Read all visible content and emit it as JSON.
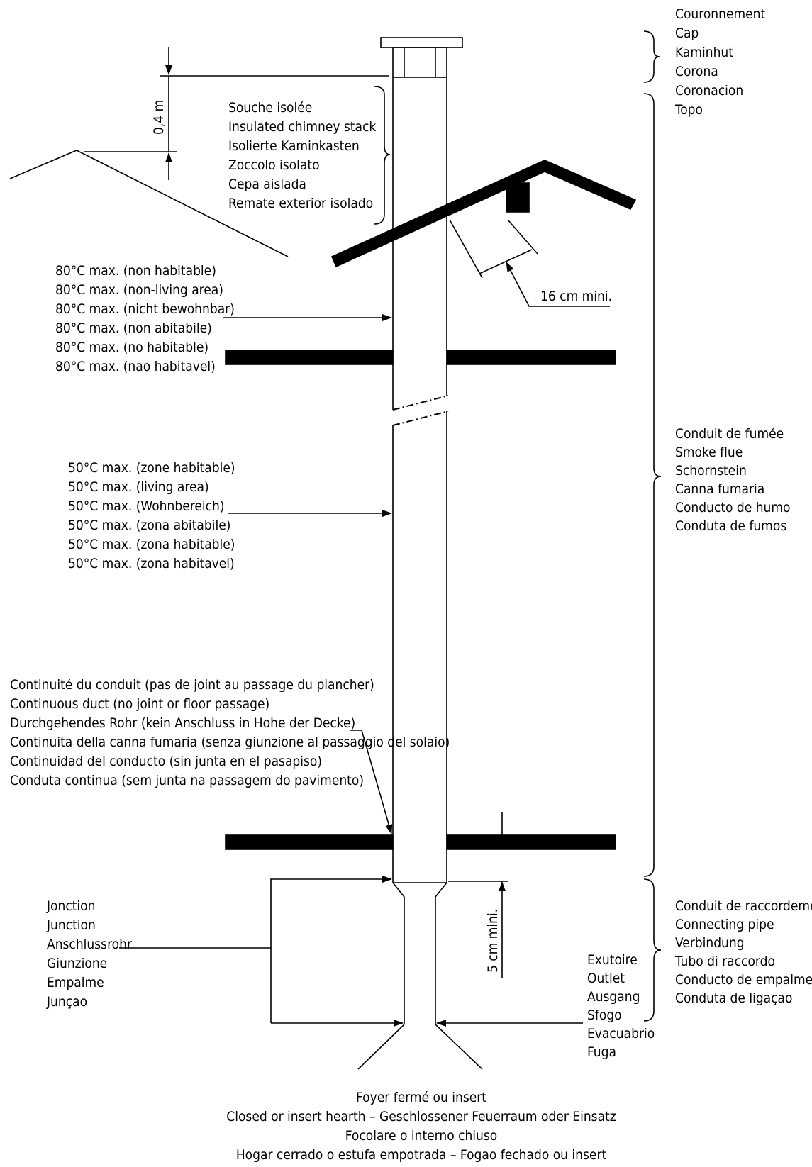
{
  "labels": {
    "cap": [
      "Couronnement",
      "Cap",
      "Kaminhut",
      "Corona",
      "Coronacion",
      "Topo"
    ],
    "insulated_stack": [
      "Souche isolée",
      "Insulated chimney stack",
      "Isolierte Kaminkasten",
      "Zoccolo isolato",
      "Cepa aislada",
      "Remate exterior isolado"
    ],
    "height_dim": "0,4 m",
    "clearance_dim": "16 cm mini.",
    "temp_80": [
      "80°C max. (non habitable)",
      "80°C max. (non-living area)",
      "80°C max. (nicht bewohnbar)",
      "80°C max. (non abitabile)",
      "80°C max. (no habitable)",
      "80°C max. (nao habitavel)"
    ],
    "temp_50": [
      "50°C max. (zone habitable)",
      "50°C max. (living area)",
      "50°C max. (Wohnbereich)",
      "50°C max. (zona abitabile)",
      "50°C max. (zona habitable)",
      "50°C max. (zona habitavel)"
    ],
    "smoke_flue": [
      "Conduit de fumée",
      "Smoke flue",
      "Schornstein",
      "Canna fumaria",
      "Conducto de humo",
      "Conduta de fumos"
    ],
    "continuity": [
      "Continuité du conduit (pas de joint au passage du plancher)",
      "Continuous duct (no joint or floor passage)",
      "Durchgehendes Rohr (kein Anschluss in Hohe der Decke)",
      "Continuita della canna fumaria (senza giunzione al passaggio del solaio)",
      "Continuidad del conducto (sin junta en el pasapiso)",
      "Conduta continua (sem junta na passagem do pavimento)"
    ],
    "junction": [
      "Jonction",
      "Junction",
      "Anschlussrohr",
      "Giunzione",
      "Empalme",
      "Junçao"
    ],
    "floor_gap_dim": "5 cm mini.",
    "connecting_pipe": [
      "Conduit de raccordement",
      "Connecting pipe",
      "Verbindung",
      "Tubo di raccordo",
      "Conducto de empalme",
      "Conduta de ligaçao"
    ],
    "outlet": [
      "Exutoire",
      "Outlet",
      "Ausgang",
      "Sfogo",
      "Evacuabrio",
      "Fuga"
    ],
    "hearth": [
      "Foyer fermé ou insert",
      "Closed or insert hearth  –  Geschlossener Feuerraum oder Einsatz",
      "Focolare o interno chiuso",
      "Hogar cerrado o estufa empotrada  –  Fogao fechado ou insert"
    ]
  }
}
